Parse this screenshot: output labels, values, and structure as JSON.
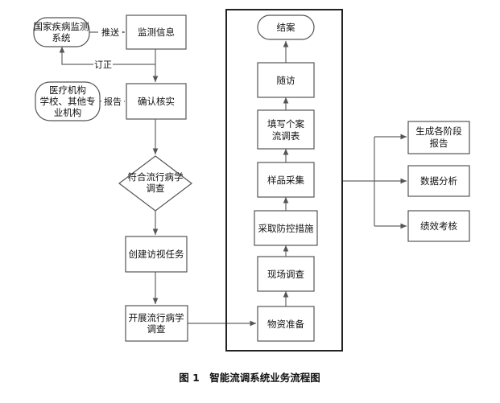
{
  "caption": "图 1　智能流调系统业务流程图",
  "nodes": {
    "disease_system": [
      "国家疾病监测",
      "系统"
    ],
    "monitoring_info": [
      "监测信息"
    ],
    "institutions": [
      "医疗机构",
      "学校、其他专",
      "业机构"
    ],
    "confirm": [
      "确认核实"
    ],
    "decision": [
      "符合流行病学",
      "调查"
    ],
    "create_task": [
      "创建访视任务"
    ],
    "conduct_survey": [
      "开展流行病学",
      "调查"
    ],
    "close_case": [
      "结案"
    ],
    "follow_up": [
      "随访"
    ],
    "fill_form": [
      "填写个案",
      "流调表"
    ],
    "sampling": [
      "样品采集"
    ],
    "control_measures": [
      "采取防控措施"
    ],
    "field_survey": [
      "现场调查"
    ],
    "material_prep": [
      "物资准备"
    ],
    "stage_report": [
      "生成各阶段",
      "报告"
    ],
    "data_analysis": [
      "数据分析"
    ],
    "performance": [
      "绩效考核"
    ]
  },
  "edges": {
    "push": "推送",
    "correct": "订正",
    "report": "报告"
  }
}
